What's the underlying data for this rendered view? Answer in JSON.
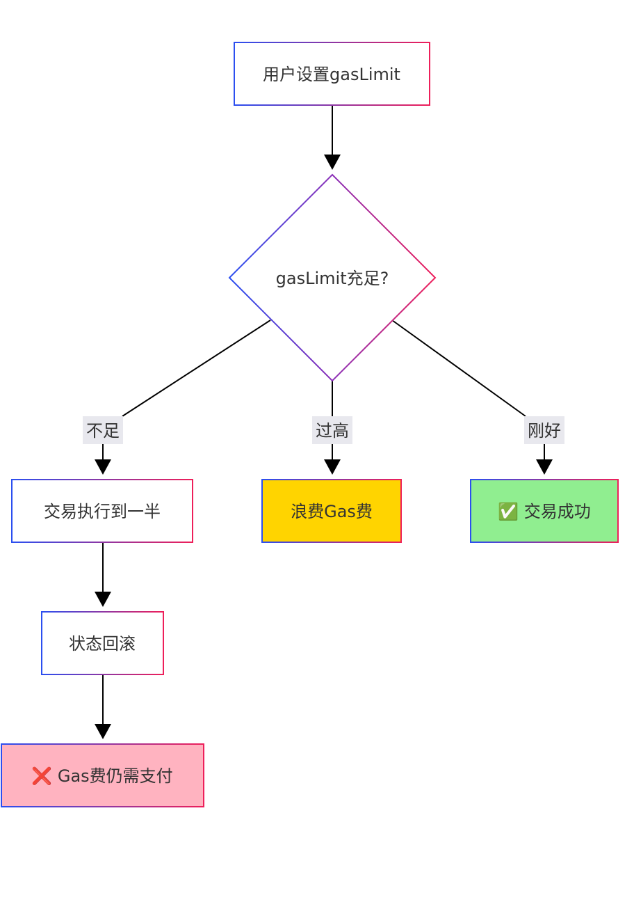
{
  "nodes": {
    "start": {
      "label": "用户设置gasLimit"
    },
    "decision": {
      "label": "gasLimit充足?"
    },
    "half": {
      "label": "交易执行到一半"
    },
    "waste": {
      "label": "浪费Gas费"
    },
    "success": {
      "label": "✅ 交易成功"
    },
    "rollback": {
      "label": "状态回滚"
    },
    "payfee": {
      "label": "❌ Gas费仍需支付"
    }
  },
  "edges": {
    "insufficient": {
      "label": "不足"
    },
    "too_high": {
      "label": "过高"
    },
    "just_right": {
      "label": "刚好"
    }
  },
  "colors": {
    "border_start": "#2b4ff0",
    "border_end": "#ee1f5a",
    "waste_fill": "#ffd400",
    "success_fill": "#90ee90",
    "payfee_fill": "#ffb3c0",
    "default_fill": "#ffffff"
  }
}
